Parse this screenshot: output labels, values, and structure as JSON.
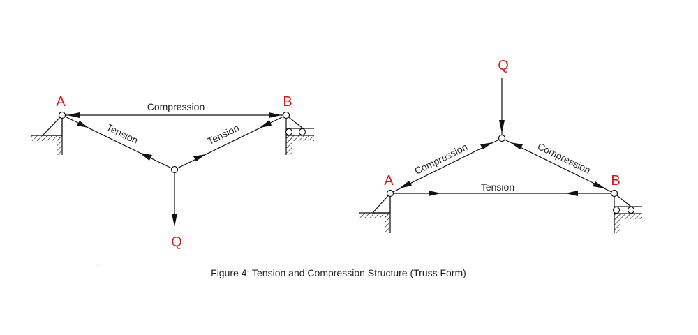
{
  "colors": {
    "line": "#111111",
    "node_label": "#d6181e",
    "text": "#222222"
  },
  "diagram_left": {
    "node_a": "A",
    "node_b": "B",
    "load": "Q",
    "member_ab": "Compression",
    "member_ac": "Tension",
    "member_cb": "Tension"
  },
  "diagram_right": {
    "node_a": "A",
    "node_b": "B",
    "load": "Q",
    "member_ab": "Tension",
    "member_ac": "Compression",
    "member_cb": "Compression"
  },
  "caption": "Figure 4:  Tension and Compression Structure (Truss Form)"
}
